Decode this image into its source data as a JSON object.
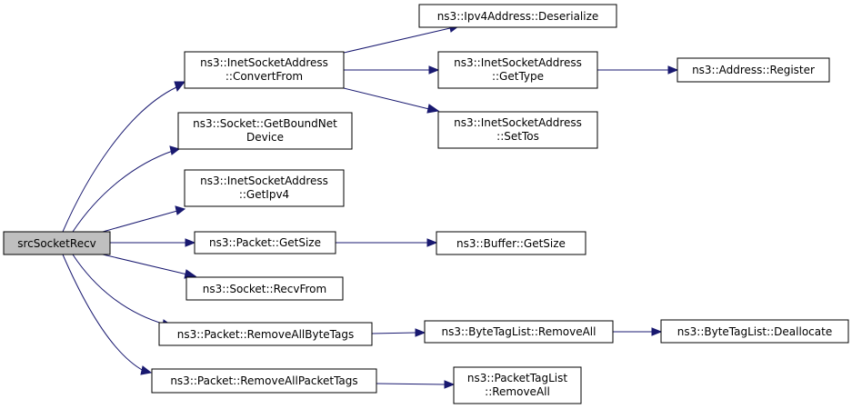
{
  "colors": {
    "edge": "#191970",
    "root_fill": "#bfbfbf",
    "node_fill": "#ffffff",
    "border": "#000000"
  },
  "nodes": {
    "root": [
      "srcSocketRecv"
    ],
    "convertfrom": [
      "ns3::InetSocketAddress",
      "::ConvertFrom"
    ],
    "getboundnetdevice": [
      "ns3::Socket::GetBoundNet",
      "Device"
    ],
    "getipv4": [
      "ns3::InetSocketAddress",
      "::GetIpv4"
    ],
    "packet_getsize": [
      "ns3::Packet::GetSize"
    ],
    "recvfrom": [
      "ns3::Socket::RecvFrom"
    ],
    "removeallbytetags": [
      "ns3::Packet::RemoveAllByteTags"
    ],
    "removeallpackettags": [
      "ns3::Packet::RemoveAllPacketTags"
    ],
    "ipv4_deserialize": [
      "ns3::Ipv4Address::Deserialize"
    ],
    "gettype": [
      "ns3::InetSocketAddress",
      "::GetType"
    ],
    "settos": [
      "ns3::InetSocketAddress",
      "::SetTos"
    ],
    "buffer_getsize": [
      "ns3::Buffer::GetSize"
    ],
    "bytetaglist_removeall": [
      "ns3::ByteTagList::RemoveAll"
    ],
    "packettaglist_removeall": [
      "ns3::PacketTagList",
      "::RemoveAll"
    ],
    "address_register": [
      "ns3::Address::Register"
    ],
    "bytetaglist_deallocate": [
      "ns3::ByteTagList::Deallocate"
    ]
  }
}
